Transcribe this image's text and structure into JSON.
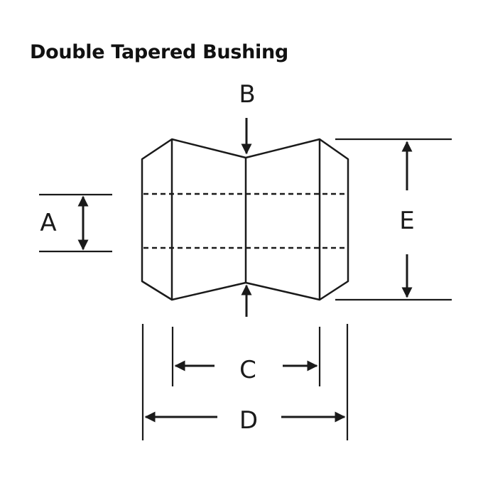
{
  "title": "Double Tapered Bushing",
  "labels": {
    "a": "A",
    "b": "B",
    "c": "C",
    "d": "D",
    "e": "E"
  }
}
